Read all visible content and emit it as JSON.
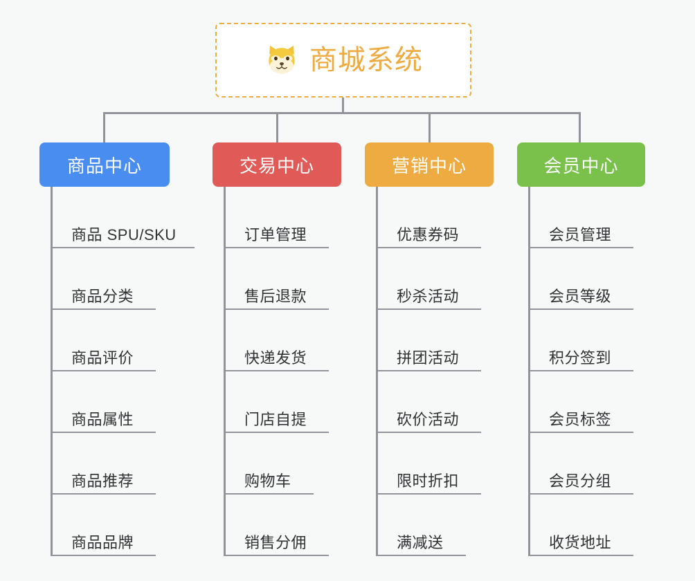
{
  "background_color": "#f7f8f8",
  "line_color": "#909399",
  "text_color": "#303133",
  "root": {
    "title": "商城系统",
    "icon": "shiba-dog-face-icon",
    "border_color": "#edab42",
    "text_color": "#edab42",
    "background": "#ffffff"
  },
  "branches": [
    {
      "label": "商品中心",
      "color": "#4a8df0",
      "items": [
        "商品 SPU/SKU",
        "商品分类",
        "商品评价",
        "商品属性",
        "商品推荐",
        "商品品牌"
      ]
    },
    {
      "label": "交易中心",
      "color": "#e05a57",
      "items": [
        "订单管理",
        "售后退款",
        "快递发货",
        "门店自提",
        "购物车",
        "销售分佣"
      ]
    },
    {
      "label": "营销中心",
      "color": "#edab42",
      "items": [
        "优惠券码",
        "秒杀活动",
        "拼团活动",
        "砍价活动",
        "限时折扣",
        "满减送"
      ]
    },
    {
      "label": "会员中心",
      "color": "#79c14a",
      "items": [
        "会员管理",
        "会员等级",
        "积分签到",
        "会员标签",
        "会员分组",
        "收货地址"
      ]
    }
  ]
}
